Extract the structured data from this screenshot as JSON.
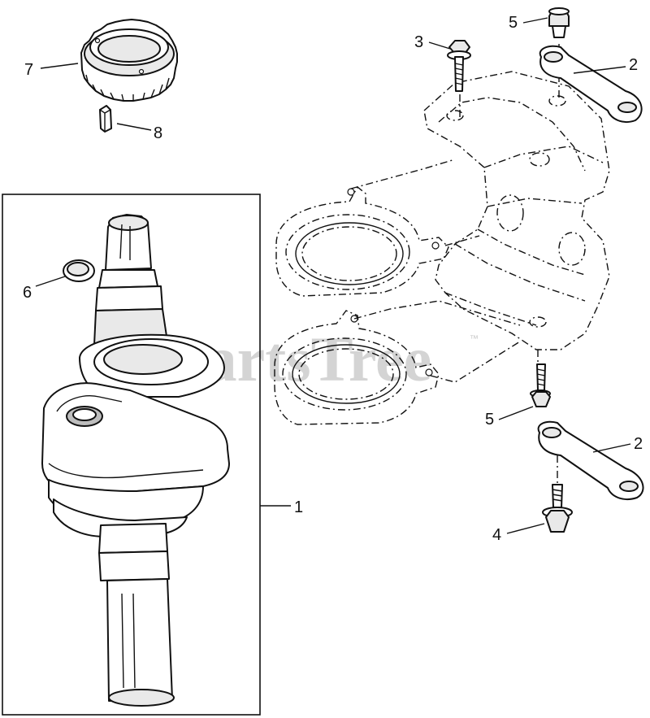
{
  "watermark": {
    "text": "PartsTree",
    "trademark": "™"
  },
  "callouts": {
    "crankshaft": "1",
    "link_upper": "2",
    "link_lower": "2",
    "bolt_top": "3",
    "bolt_bottom": "4",
    "screw_top": "5",
    "screw_lower": "5",
    "seal_ring": "6",
    "gear": "7",
    "key": "8"
  }
}
